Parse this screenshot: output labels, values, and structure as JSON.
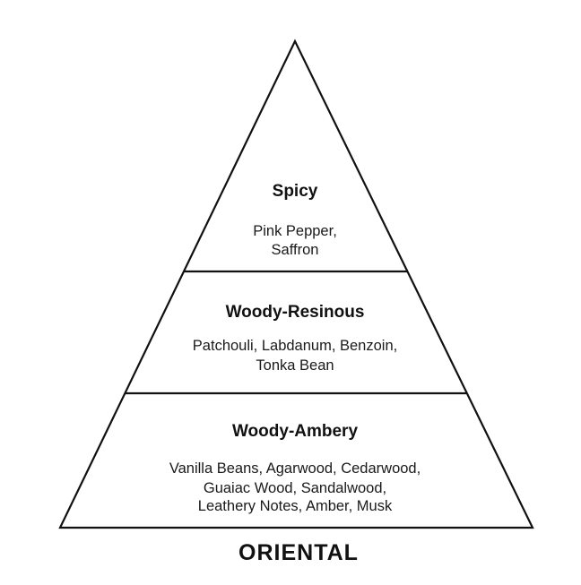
{
  "pyramid": {
    "tiers": [
      {
        "title": "Spicy",
        "lines": [
          "Pink Pepper,",
          "Saffron"
        ]
      },
      {
        "title": "Woody-Resinous",
        "lines": [
          "Patchouli, Labdanum, Benzoin,",
          "Tonka Bean"
        ]
      },
      {
        "title": "Woody-Ambery",
        "lines": [
          "Vanilla Beans, Agarwood, Cedarwood,",
          "Guaiac Wood, Sandalwood,",
          "Leathery Notes, Amber, Musk"
        ]
      }
    ],
    "category": "ORIENTAL"
  }
}
